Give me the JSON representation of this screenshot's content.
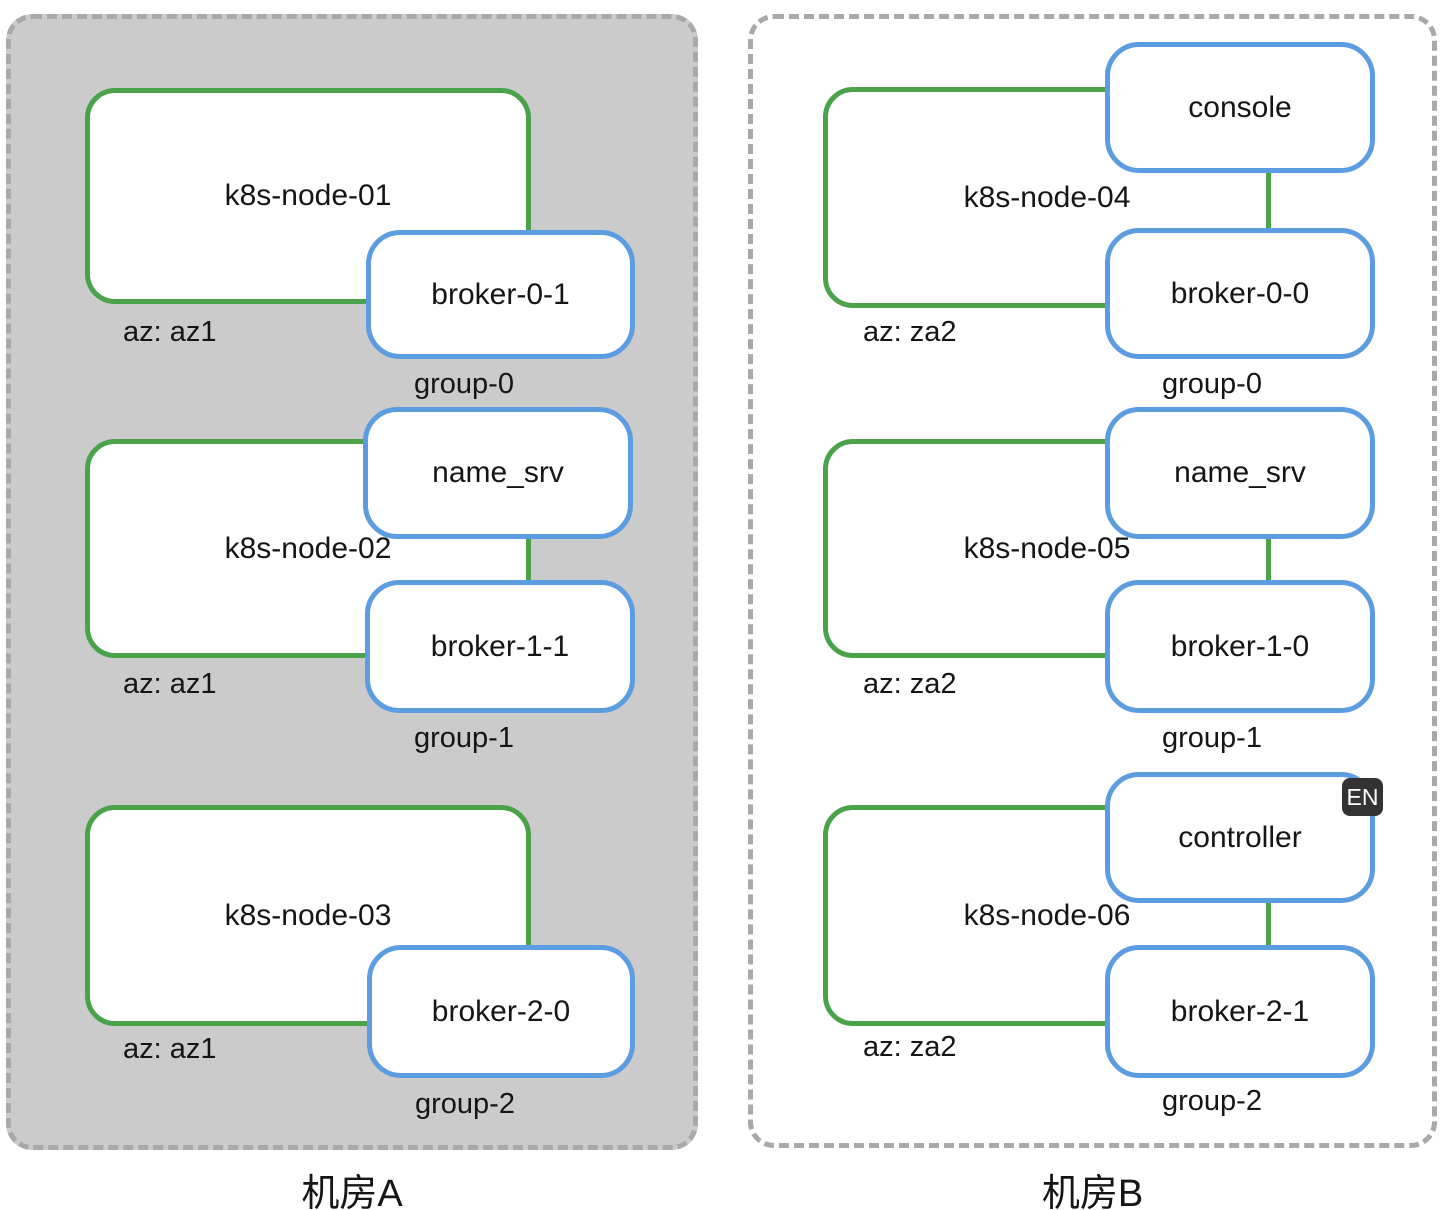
{
  "colors": {
    "node_border": "#4aa34a",
    "svc_border": "#5c9ce0",
    "room_a_bg": "#cbcbcb",
    "room_b_bg": "#ffffff",
    "room_border": "#a9a9a9",
    "text": "#151515",
    "badge_bg": "#333333",
    "badge_text": "#ffffff"
  },
  "rooms": [
    {
      "label": "机房A",
      "nodes": [
        {
          "label": "k8s-node-01",
          "az": "az: az1",
          "group": "group-0",
          "services": [
            "broker-0-1"
          ]
        },
        {
          "label": "k8s-node-02",
          "az": "az: az1",
          "group": "group-1",
          "services": [
            "name_srv",
            "broker-1-1"
          ]
        },
        {
          "label": "k8s-node-03",
          "az": "az: az1",
          "group": "group-2",
          "services": [
            "broker-2-0"
          ]
        }
      ]
    },
    {
      "label": "机房B",
      "nodes": [
        {
          "label": "k8s-node-04",
          "az": "az: za2",
          "group": "group-0",
          "services": [
            "console",
            "broker-0-0"
          ]
        },
        {
          "label": "k8s-node-05",
          "az": "az: za2",
          "group": "group-1",
          "services": [
            "name_srv",
            "broker-1-0"
          ]
        },
        {
          "label": "k8s-node-06",
          "az": "az: za2",
          "group": "group-2",
          "services": [
            "controller",
            "broker-2-1"
          ]
        }
      ]
    }
  ],
  "input_method_badge": {
    "label": "EN"
  }
}
